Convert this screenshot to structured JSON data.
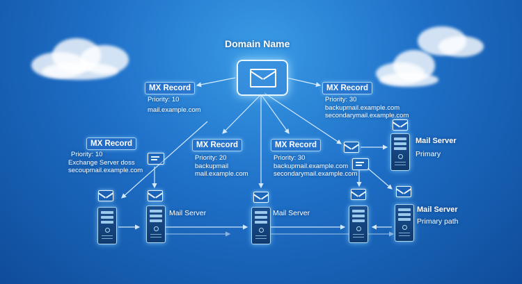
{
  "diagram": {
    "title": "Domain Name",
    "nodes": {
      "mx_top_left": {
        "badge": "MX Record",
        "lines": [
          "Priority: 10",
          "",
          "mail.example.com"
        ]
      },
      "mx_top_right": {
        "badge": "MX Record",
        "lines": [
          "Priority: 30",
          "backupmail.example.com",
          "secondarymail.example.com"
        ]
      },
      "mx_left": {
        "badge": "MX Record",
        "lines": [
          "Priority: 10",
          "Exchange Server doss",
          "secoupmail.example.com"
        ]
      },
      "mx_center_left": {
        "badge": "MX Record",
        "lines": [
          "Priority: 20",
          "backupmail",
          "mail.example.com"
        ]
      },
      "mx_center_right": {
        "badge": "MX Record",
        "lines": [
          "Priority: 30",
          "backupmail.example.com",
          "secondarymail.example.com"
        ]
      }
    },
    "servers": {
      "left_label": "Mail Server",
      "center_label": "Mail Server",
      "top_right_label": "Mail Server",
      "top_right_sub": "Primary",
      "bottom_right_label": "Mail Server",
      "bottom_right_sub": "Primary path"
    },
    "colors": {
      "background": "#1e6fc7",
      "glow": "#bfe6ff",
      "line": "#e8f6ff"
    }
  }
}
